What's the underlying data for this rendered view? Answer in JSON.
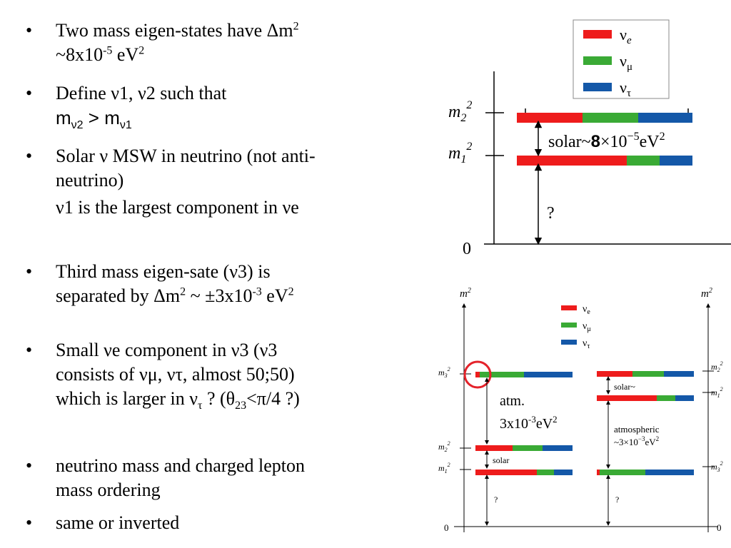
{
  "bullets": [
    {
      "l1": "Two mass eigen-states have Δm",
      "l1_sup": "2",
      "l2": "~8x10",
      "l2_sup": "-5",
      "l2_tail": " eV",
      "l2_sup2": "2"
    },
    {
      "l1": "Define ν1, ν2 such that",
      "l2_m": "m",
      "l2_sub1": "ν2",
      "l2_gt": " > ",
      "l2_m2": "m",
      "l2_sub2": "ν1"
    },
    {
      "l1": "Solar ν  MSW in neutrino  (not anti-",
      "l2": "neutrino)",
      "l3": " ν1 is the largest component in νe"
    },
    {
      "l1": "Third mass eigen-sate (ν3) is",
      "l2": "separated by Δm",
      "l2_sup": "2",
      "l2_mid": " ~ ±3x10",
      "l2_sup2": "-3",
      "l2_tail": " eV",
      "l2_sup3": "2"
    },
    {
      "l1": "Small νe component in ν3 (ν3",
      "l2": "consists of νμ, ντ, almost 50;50)",
      "l3": "which is larger in ν",
      "l3_sub": "τ",
      "l3_tail": " ? (θ",
      "l3_sub2": "23",
      "l3_tail2": "<π/4 ?)"
    },
    {
      "l1": "neutrino mass and charged lepton",
      "l2": "mass ordering"
    },
    {
      "l1": "same or inverted"
    }
  ],
  "legend": {
    "ve": "ν",
    "ve_sub": "e",
    "vmu": "ν",
    "vmu_sub": "μ",
    "vtau": "ν",
    "vtau_sub": "τ"
  },
  "colors": {
    "ve": "#ee1c1c",
    "vmu": "#3aaa35",
    "vtau": "#1458a8",
    "circle": "#e4222a"
  },
  "top_diagram": {
    "m2": "m",
    "m2_sub": "2",
    "m2_sup": "2",
    "m1": "m",
    "m1_sub": "1",
    "m1_sup": "2",
    "zero": "0",
    "solar": "solar~",
    "solar_num": "8",
    "solar_tail": "×10",
    "solar_exp": "−5",
    "solar_unit": "eV",
    "solar_unit_exp": "2",
    "question": "?"
  },
  "bottom_diagram": {
    "axis_label": "m",
    "axis_sup": "2",
    "m3": "m",
    "m3_sub": "3",
    "m2": "m",
    "m2_sub": "2",
    "m1": "m",
    "m1_sub": "1",
    "sup": "2",
    "atm_l1": "atm.",
    "atm_l2": "3x10",
    "atm_exp": "-3",
    "atm_unit": "eV",
    "atm_unit_exp": "2",
    "solar_left": "solar",
    "solar_right": "solar~",
    "atmospheric": "atmospheric",
    "atmospheric_val": "~3×10",
    "atmospheric_exp": "−3",
    "atmospheric_unit": "eV",
    "atmospheric_unit_exp": "2",
    "question": "?",
    "zero": "0"
  }
}
